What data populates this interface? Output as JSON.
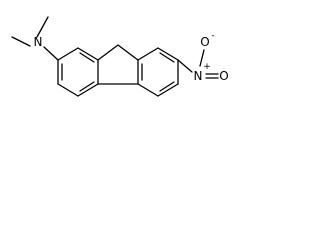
{
  "molecule": {
    "atoms": {
      "amine_n": "N",
      "nitro_n": "N",
      "nitro_n_charge": "+",
      "nitro_o_top": "O",
      "nitro_o_top_charge": "-",
      "nitro_o_right": "O"
    }
  }
}
